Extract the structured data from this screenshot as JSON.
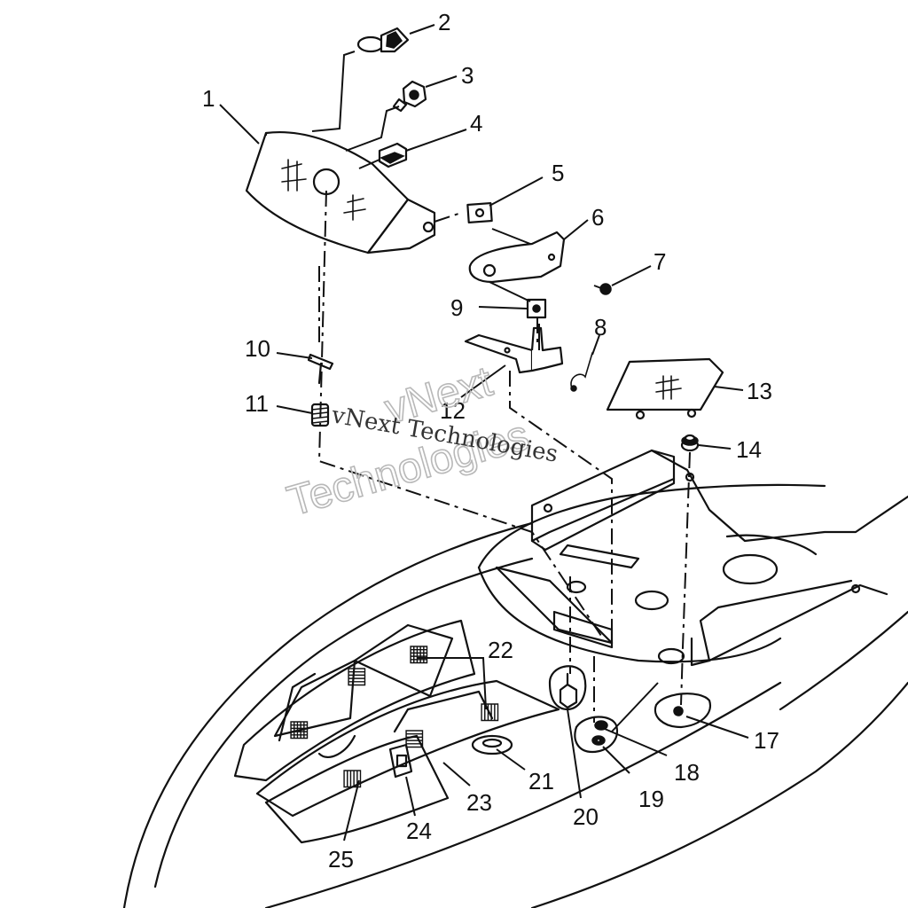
{
  "callouts": [
    "1",
    "2",
    "3",
    "4",
    "5",
    "6",
    "7",
    "8",
    "9",
    "10",
    "11",
    "12",
    "13",
    "14",
    "17",
    "18",
    "19",
    "20",
    "21",
    "22",
    "23",
    "24",
    "25"
  ],
  "watermark": {
    "line_small": "vNext Technologies",
    "line_big_1": "vNext",
    "line_big_2": "Technologies"
  }
}
